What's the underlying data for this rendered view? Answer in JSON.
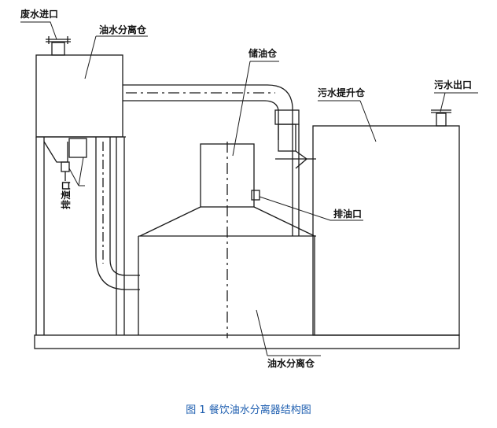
{
  "labels": {
    "waste_inlet": "废水进口",
    "separation_chamber_top": "油水分离仓",
    "oil_storage": "储油仓",
    "lift_chamber": "污水提升仓",
    "sewage_outlet": "污水出口",
    "slag_outlet": "排渣口",
    "oil_outlet": "排油口",
    "separation_chamber_bottom": "油水分离仓"
  },
  "caption": "图 1 餐饮油水分离器结构图",
  "colors": {
    "line": "#1a1a1a",
    "caption": "#1f5fb0"
  }
}
